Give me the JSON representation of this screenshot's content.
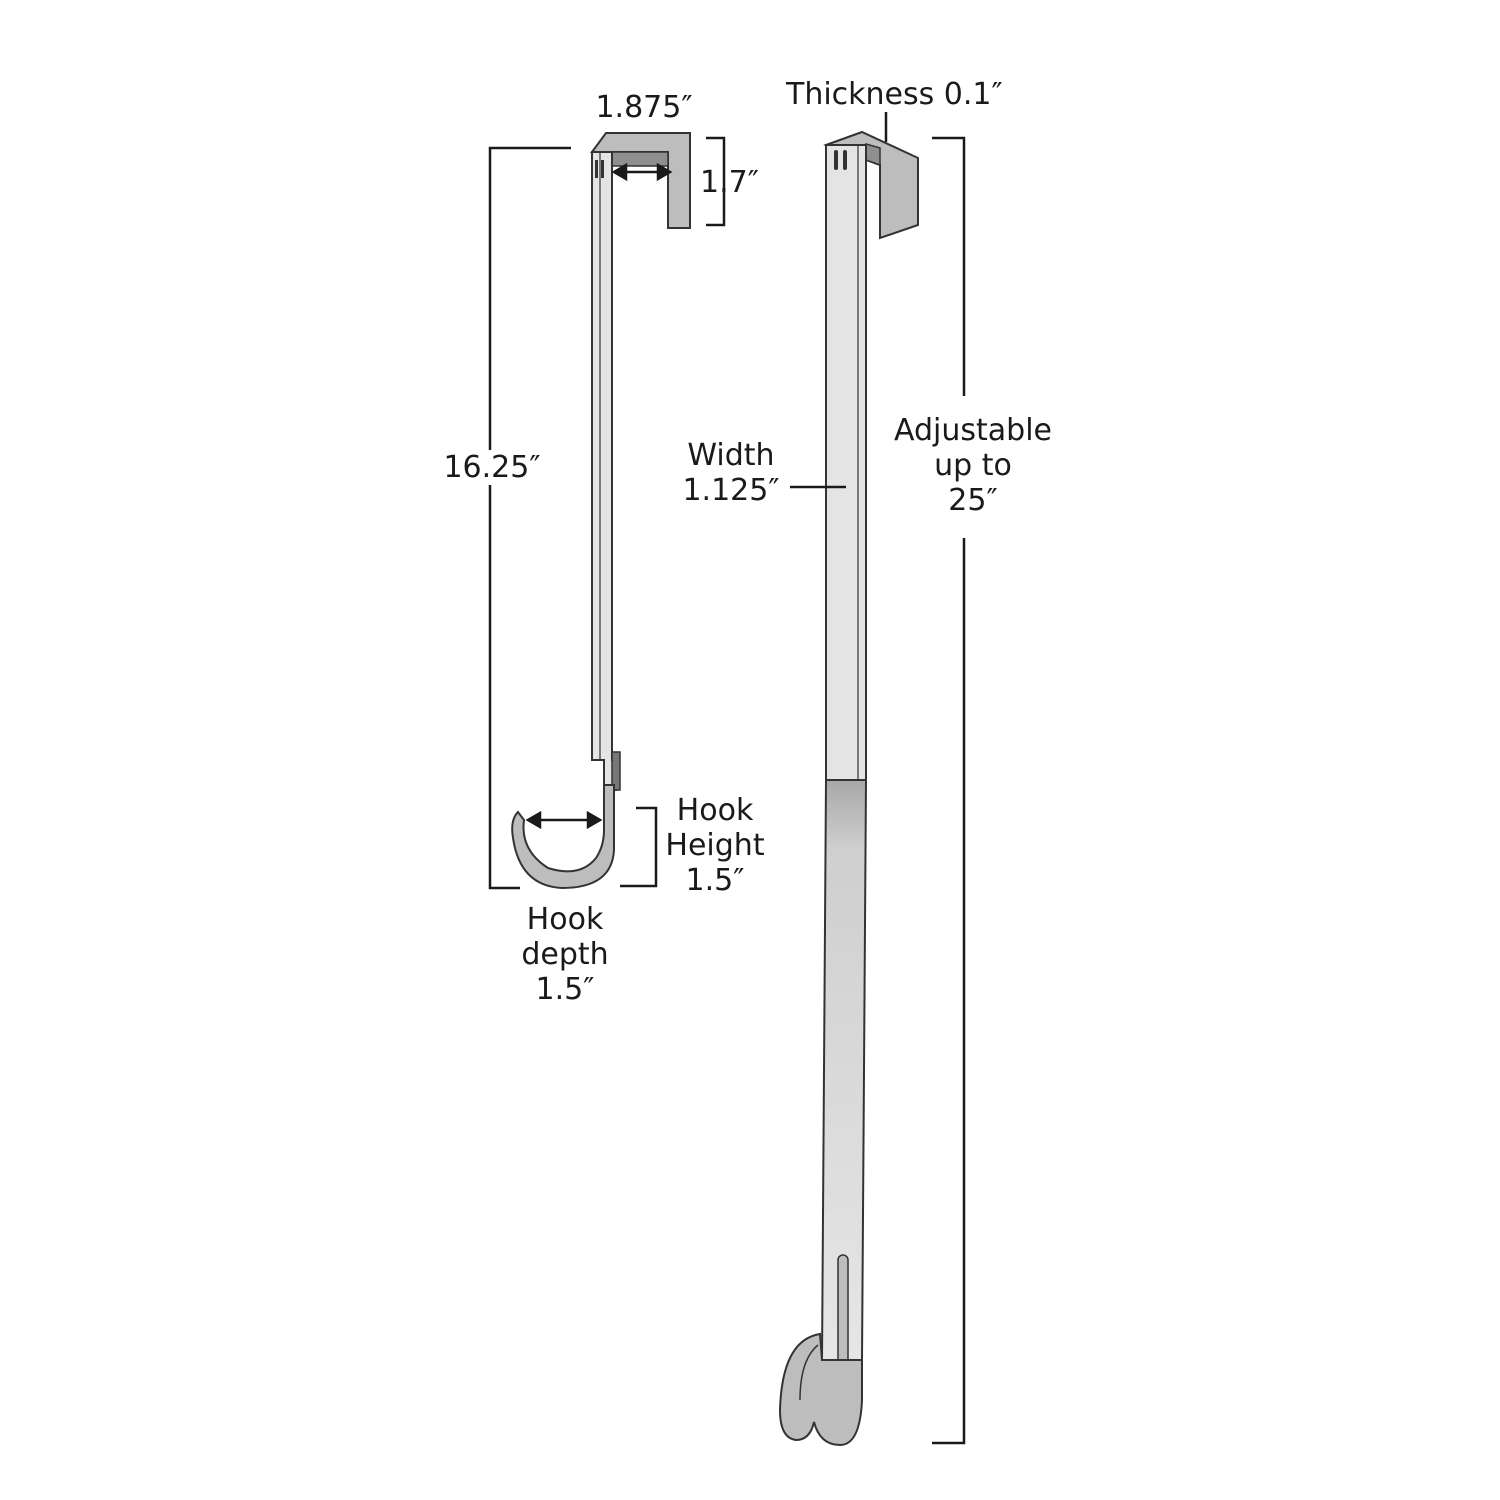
{
  "diagram": {
    "colors": {
      "outline": "#333333",
      "metal_light": "#e4e4e4",
      "metal_mid": "#bdbdbd",
      "metal_dark": "#9a9a9a",
      "line": "#1a1a1a"
    },
    "left_hanger": {
      "top_width": "1.875″",
      "top_height": "1.7″",
      "length": "16.25″",
      "hook_height": [
        "Hook",
        "Height",
        "1.5″"
      ],
      "hook_depth": [
        "Hook",
        "depth",
        "1.5″"
      ]
    },
    "right_hanger": {
      "thickness": "Thickness 0.1″",
      "width": [
        "Width",
        "1.125″"
      ],
      "adjustable": [
        "Adjustable",
        "up to",
        "25″"
      ]
    }
  }
}
